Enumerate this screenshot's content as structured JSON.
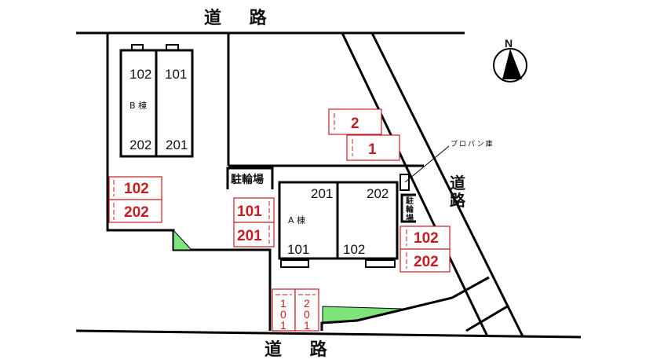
{
  "map": {
    "roads": {
      "top": "道 路",
      "bottom": "道 路",
      "right": [
        "道",
        "路"
      ]
    },
    "compass": {
      "label": "N",
      "icon": "north-arrow-icon"
    },
    "building_b": {
      "name": "B 棟",
      "units": {
        "top_left": "102",
        "top_right": "101",
        "bottom_left": "202",
        "bottom_right": "201"
      }
    },
    "building_a": {
      "name": "A 棟",
      "units": {
        "top_left": "201",
        "top_right": "202",
        "bottom_left": "101",
        "bottom_right": "102"
      }
    },
    "bicycle_parking_left": "駐輪場",
    "bicycle_parking_right": [
      "駐",
      "輪",
      "場"
    ],
    "propane_storage": "プロパン庫",
    "parking_spaces": {
      "top_right": [
        "2",
        "1"
      ],
      "left": [
        "102",
        "202"
      ],
      "center": [
        "101",
        "201"
      ],
      "right": [
        "102",
        "202"
      ],
      "bottom": [
        [
          "1",
          "0",
          "1"
        ],
        [
          "2",
          "0",
          "1"
        ]
      ]
    },
    "colors": {
      "parking": "#c41e24",
      "green_area": "#7de37a",
      "line": "#000000"
    }
  }
}
